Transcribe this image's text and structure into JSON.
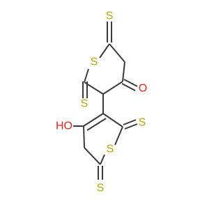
{
  "molecule": {
    "atom_colors": {
      "S": "#b5a700",
      "O": "#e8231c",
      "C": "#3a3a3a"
    },
    "labels": {
      "ring_a_s1": "S",
      "ring_a_thione_s_top": "S",
      "ring_a_thione_s_left": "S",
      "ring_a_ketone_o": "O",
      "ring_b_s1": "S",
      "ring_b_thione_s_right": "S",
      "ring_b_thione_s_bottom": "S",
      "ring_b_hydroxyl": "HO"
    }
  }
}
